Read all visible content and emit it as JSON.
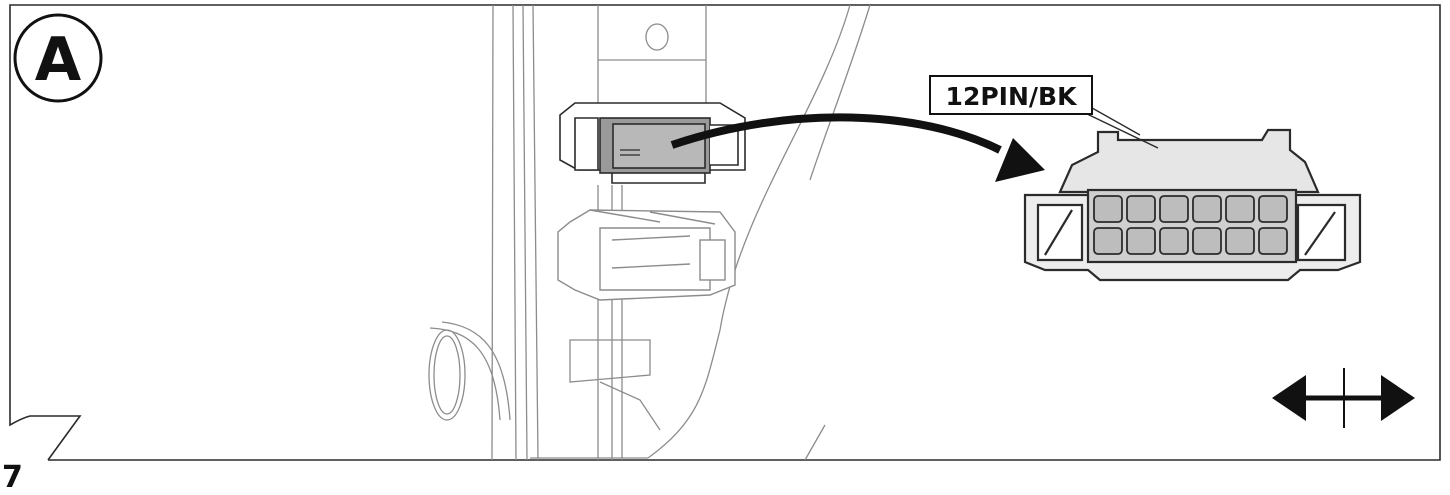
{
  "step": {
    "letter": "A",
    "number": "7"
  },
  "connector": {
    "label": "12PIN/BK"
  },
  "icons": {
    "step_badge": "circled-letter-icon",
    "direction": "double-arrow-icon",
    "connect_arrow": "curved-arrow-icon"
  },
  "colors": {
    "line": "#2b2b2b",
    "light_line": "#8c8c8c",
    "connector_fill": "#e6e6e6",
    "pin_fill": "#cfcfcf"
  }
}
